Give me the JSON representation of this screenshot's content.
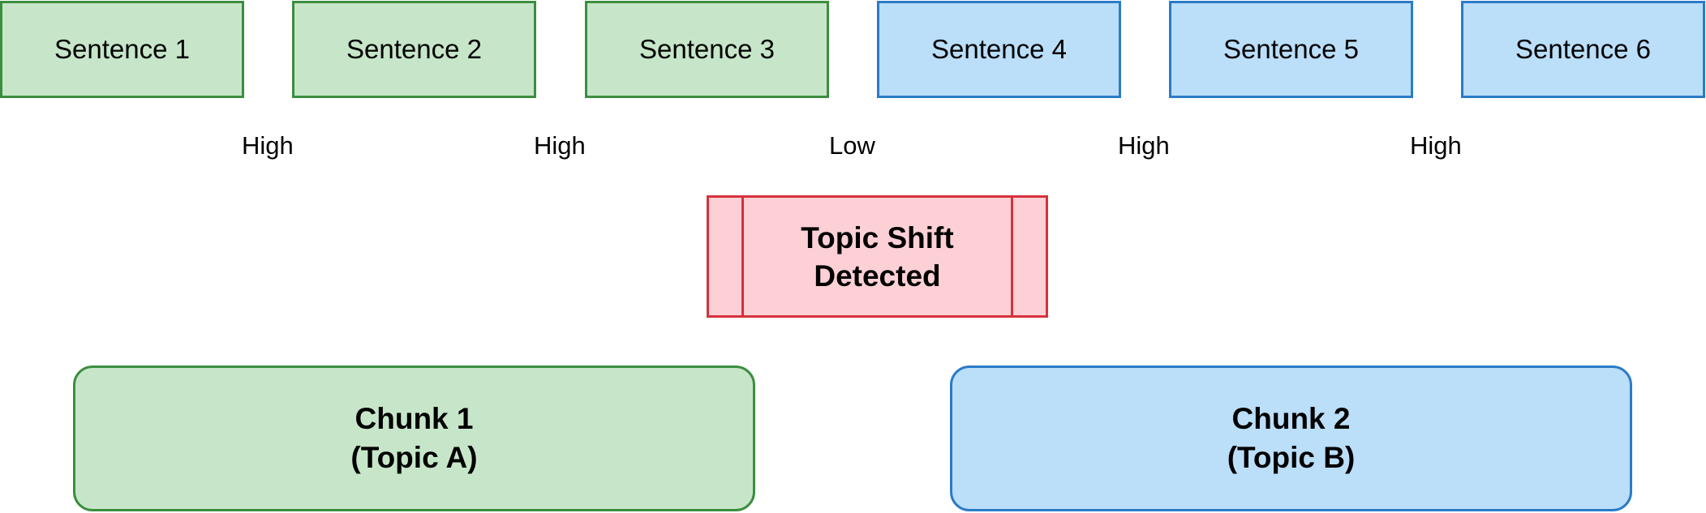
{
  "colors": {
    "topic_a_fill": "#c7e6c9",
    "topic_a_stroke": "#3b8e3f",
    "topic_b_fill": "#bbdef9",
    "topic_b_stroke": "#2b7bc8",
    "shift_fill": "#fdd0d6",
    "shift_stroke": "#d6323a"
  },
  "sentences": [
    {
      "label": "Sentence 1",
      "topic": "A"
    },
    {
      "label": "Sentence 2",
      "topic": "A"
    },
    {
      "label": "Sentence 3",
      "topic": "A"
    },
    {
      "label": "Sentence 4",
      "topic": "B"
    },
    {
      "label": "Sentence 5",
      "topic": "B"
    },
    {
      "label": "Sentence 6",
      "topic": "B"
    }
  ],
  "similarities": [
    "High",
    "High",
    "Low",
    "High",
    "High"
  ],
  "shift": {
    "line1": "Topic Shift",
    "line2": "Detected"
  },
  "chunks": [
    {
      "line1": "Chunk 1",
      "line2": "(Topic A)",
      "topic": "A"
    },
    {
      "line1": "Chunk 2",
      "line2": "(Topic B)",
      "topic": "B"
    }
  ]
}
